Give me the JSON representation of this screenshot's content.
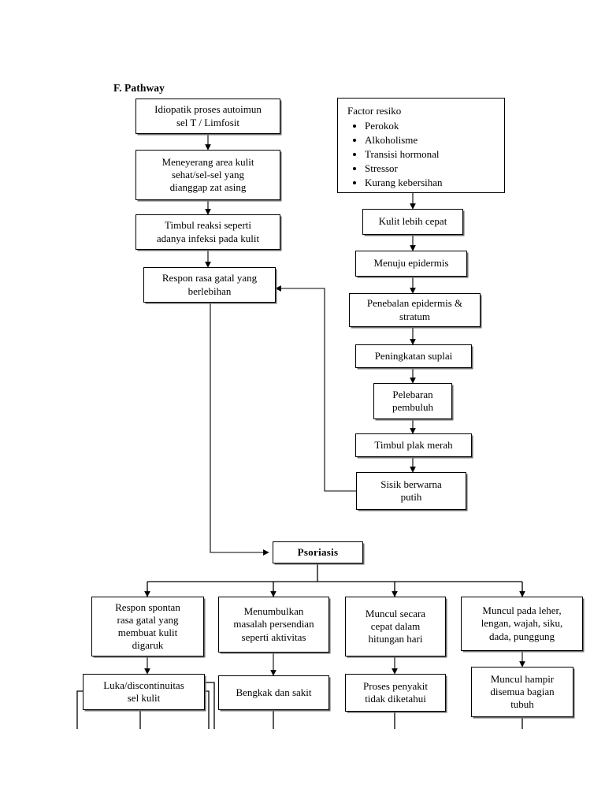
{
  "page": {
    "heading": "F. Pathway",
    "background_color": "#ffffff",
    "line_color": "#000000",
    "text_color": "#000000"
  },
  "nodes": {
    "idiopatik": {
      "lines": [
        "Idiopatik proses autoimun",
        "sel T / Limfosit"
      ]
    },
    "meneyerang": {
      "lines": [
        "Meneyerang area kulit",
        "sehat/sel-sel yang",
        "dianggap zat asing"
      ]
    },
    "timbul_reaksi": {
      "lines": [
        "Timbul reaksi seperti",
        "adanya infeksi pada kulit"
      ]
    },
    "respon_gatal": {
      "lines": [
        "Respon rasa gatal yang",
        "berlebihan"
      ]
    },
    "faktor_resiko": {
      "title": "Factor resiko",
      "items": [
        "Perokok",
        "Alkoholisme",
        "Transisi hormonal",
        "Stressor",
        "Kurang kebersihan"
      ]
    },
    "kulit_cepat": {
      "lines": [
        "Kulit lebih cepat"
      ]
    },
    "menuju_epidermis": {
      "lines": [
        "Menuju epidermis"
      ]
    },
    "penebalan": {
      "lines": [
        "Penebalan epidermis &",
        "stratum"
      ]
    },
    "peningkatan_suplai": {
      "lines": [
        "Peningkatan suplai"
      ]
    },
    "pelebaran": {
      "lines": [
        "Pelebaran",
        "pembuluh"
      ]
    },
    "plak_merah": {
      "lines": [
        "Timbul plak merah"
      ]
    },
    "sisik_putih": {
      "lines": [
        "Sisik berwarna",
        "putih"
      ]
    },
    "psoriasis": {
      "lines": [
        "Psoriasis"
      ]
    },
    "respon_spontan": {
      "lines": [
        "Respon spontan",
        "rasa gatal yang",
        "membuat kulit",
        "digaruk"
      ]
    },
    "masalah_persendian": {
      "lines": [
        "Menumbulkan",
        "masalah persendian",
        "seperti  aktivitas"
      ]
    },
    "muncul_cepat": {
      "lines": [
        "Muncul secara",
        "cepat dalam",
        "hitungan hari"
      ]
    },
    "muncul_leher": {
      "lines": [
        "Muncul pada leher,",
        "lengan, wajah, siku,",
        "dada, punggung"
      ]
    },
    "luka": {
      "lines": [
        "Luka/discontinuitas",
        "sel kulit"
      ]
    },
    "bengkak": {
      "lines": [
        "Bengkak dan sakit"
      ]
    },
    "proses_penyakit": {
      "lines": [
        "Proses penyakit",
        "tidak diketahui"
      ]
    },
    "muncul_hampir": {
      "lines": [
        "Muncul hampir",
        "disemua bagian",
        "tubuh"
      ]
    }
  }
}
